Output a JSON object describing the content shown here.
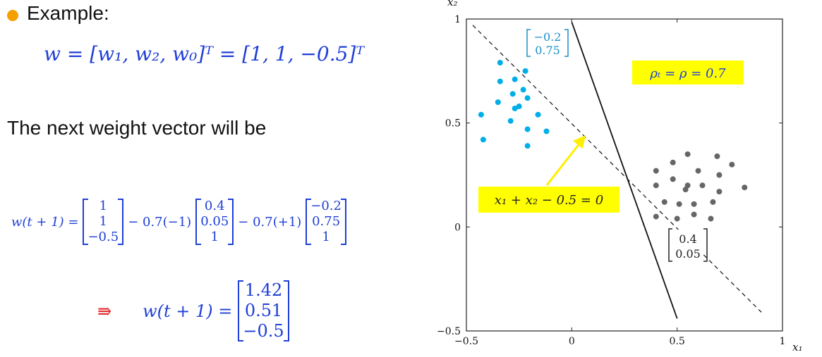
{
  "left_panel": {
    "bullet_color": "#f5a000",
    "example_label": "Example:",
    "weight_equation": "w = [w₁, w₂, w₀]ᵀ = [1, 1, −0.5]ᵀ",
    "sentence": "The next weight vector will be",
    "update": {
      "lhs": "w(t + 1) =",
      "w_vec": [
        "1",
        "1",
        "−0.5"
      ],
      "term1_coeff": "− 0.7(−1)",
      "x1_vec": [
        "0.4",
        "0.05",
        "1"
      ],
      "term2_coeff": "− 0.7(+1)",
      "x2_vec": [
        "−0.2",
        "0.75",
        "1"
      ]
    },
    "result": {
      "implies": "⇛",
      "lhs": "w(t + 1) =",
      "vec": [
        "1.42",
        "0.51",
        "−0.5"
      ]
    },
    "math_color": "#1f3fd6"
  },
  "chart_data": {
    "type": "scatter",
    "xlabel": "x₁",
    "ylabel": "x₂",
    "xlim": [
      -0.5,
      1
    ],
    "ylim": [
      -0.5,
      1
    ],
    "x_ticks": [
      "−0.5",
      "0",
      "0.5",
      "1"
    ],
    "y_ticks": [
      "1",
      "0.5",
      "0",
      "−0.5"
    ],
    "series": [
      {
        "color": "#00aee8",
        "points": [
          [
            -0.34,
            0.79
          ],
          [
            -0.22,
            0.75
          ],
          [
            -0.34,
            0.7
          ],
          [
            -0.27,
            0.71
          ],
          [
            -0.23,
            0.66
          ],
          [
            -0.28,
            0.64
          ],
          [
            -0.21,
            0.62
          ],
          [
            -0.35,
            0.6
          ],
          [
            -0.25,
            0.58
          ],
          [
            -0.27,
            0.57
          ],
          [
            -0.43,
            0.54
          ],
          [
            -0.16,
            0.54
          ],
          [
            -0.29,
            0.51
          ],
          [
            -0.21,
            0.47
          ],
          [
            -0.12,
            0.46
          ],
          [
            -0.42,
            0.42
          ],
          [
            -0.21,
            0.39
          ]
        ]
      },
      {
        "color": "#666666",
        "points": [
          [
            0.55,
            0.35
          ],
          [
            0.69,
            0.34
          ],
          [
            0.48,
            0.31
          ],
          [
            0.76,
            0.3
          ],
          [
            0.4,
            0.27
          ],
          [
            0.6,
            0.27
          ],
          [
            0.7,
            0.25
          ],
          [
            0.48,
            0.23
          ],
          [
            0.55,
            0.2
          ],
          [
            0.62,
            0.2
          ],
          [
            0.82,
            0.19
          ],
          [
            0.4,
            0.2
          ],
          [
            0.54,
            0.18
          ],
          [
            0.7,
            0.17
          ],
          [
            0.44,
            0.12
          ],
          [
            0.51,
            0.11
          ],
          [
            0.58,
            0.11
          ],
          [
            0.67,
            0.12
          ],
          [
            0.4,
            0.05
          ],
          [
            0.5,
            0.04
          ],
          [
            0.58,
            0.06
          ],
          [
            0.66,
            0.04
          ]
        ]
      }
    ],
    "lines": [
      {
        "style": "dashed",
        "points": [
          [
            -0.47,
            0.97
          ],
          [
            0.9,
            -0.41
          ]
        ]
      },
      {
        "style": "solid",
        "points": [
          [
            0.0,
            0.985
          ],
          [
            0.5,
            -0.44
          ]
        ]
      }
    ],
    "annotations": [
      {
        "text": "ρₜ = ρ = 0.7",
        "highlight": "#ffff00"
      },
      {
        "text": "x₁ + x₂ − 0.5 = 0",
        "highlight": "#ffff00"
      }
    ],
    "vector_labels": [
      {
        "values": [
          "−0.2",
          "0.75"
        ],
        "color": "#1a8fc9"
      },
      {
        "values": [
          "0.4",
          "0.05"
        ],
        "color": "#222222"
      }
    ],
    "arrow_color": "#ffee00"
  }
}
